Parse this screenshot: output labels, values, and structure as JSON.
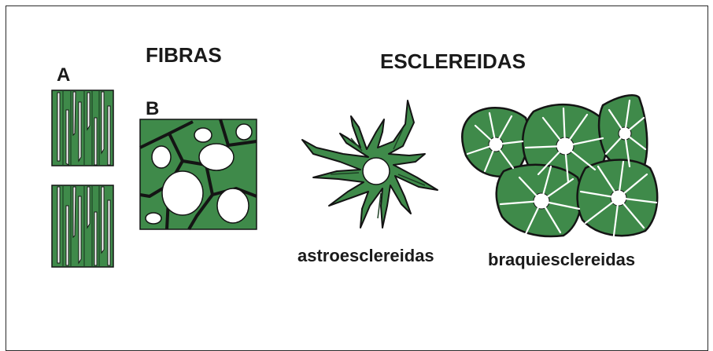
{
  "headings": {
    "fibras": "FIBRAS",
    "esclereidas": "ESCLEREIDAS"
  },
  "letters": {
    "a": "A",
    "b": "B"
  },
  "captions": {
    "astro": "astroesclereidas",
    "braqui": "braquiesclereidas"
  },
  "colors": {
    "cell_fill": "#3f8a4a",
    "cell_dark": "#1d4024",
    "outline": "#141414",
    "lumen": "#ffffff"
  }
}
